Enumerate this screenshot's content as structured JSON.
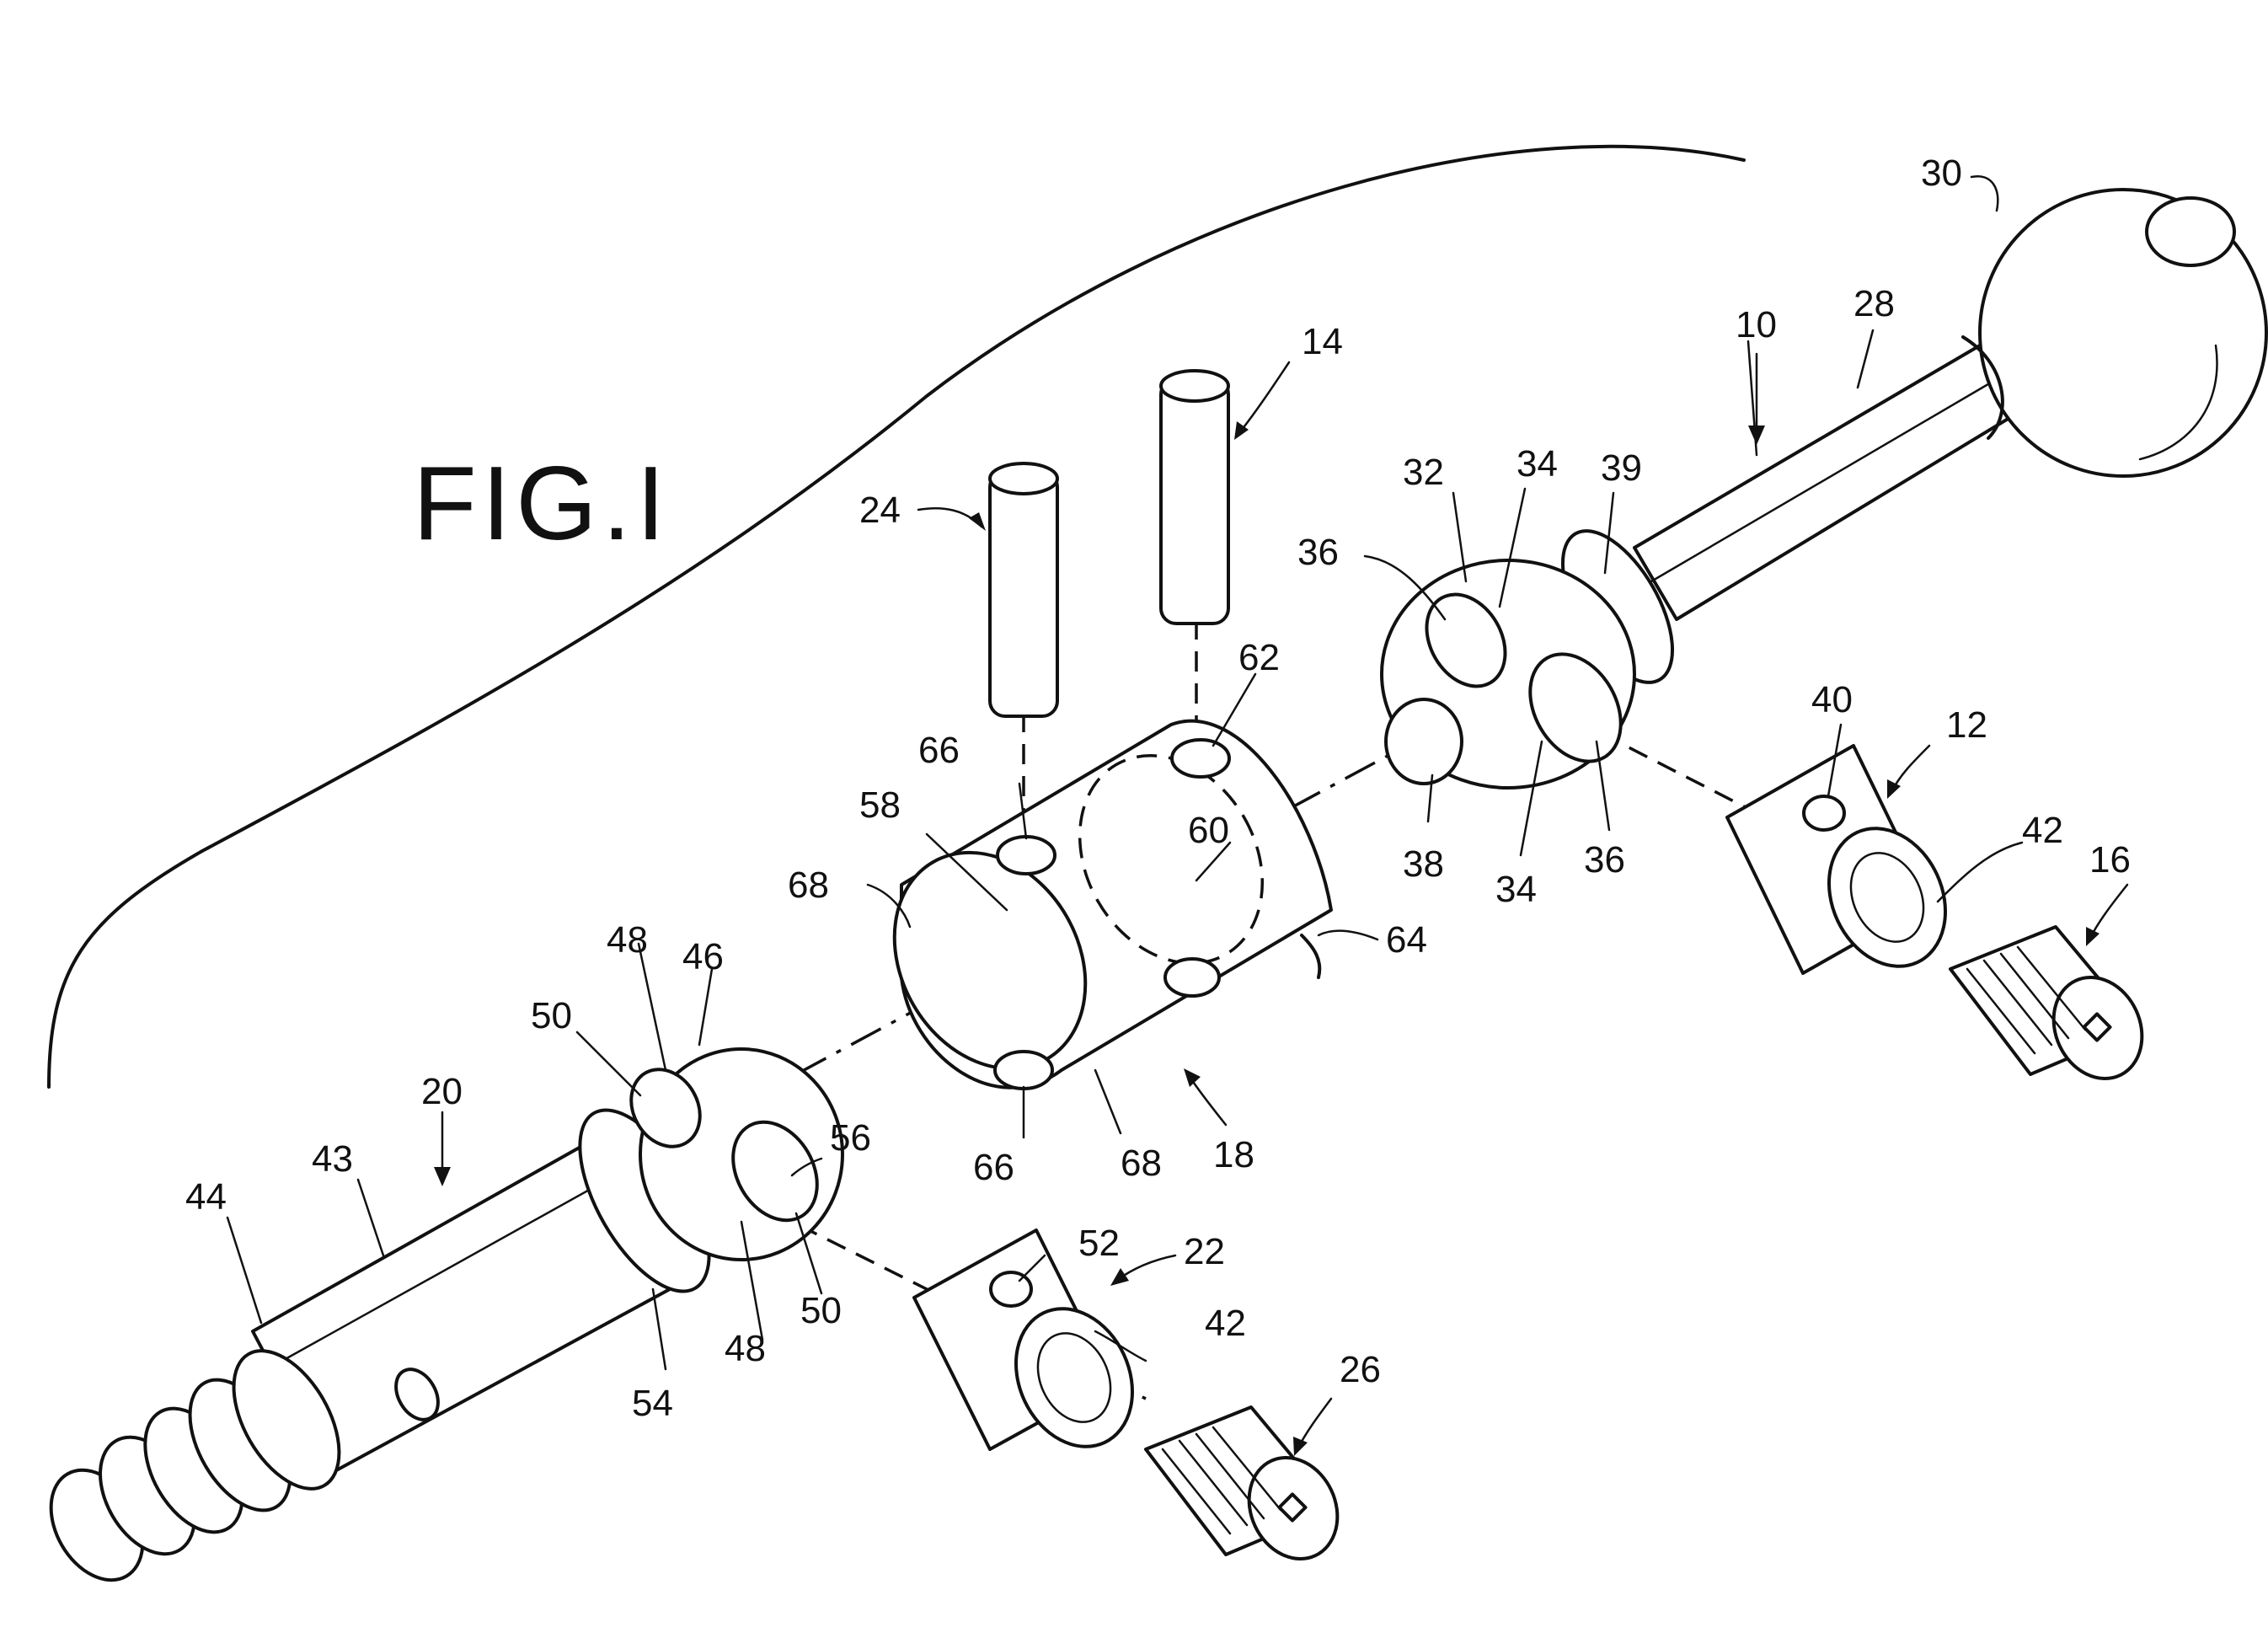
{
  "figure": {
    "title": "FIG.I"
  },
  "labels": {
    "l10": "10",
    "l12": "12",
    "l14": "14",
    "l16": "16",
    "l18": "18",
    "l20": "20",
    "l22": "22",
    "l24": "24",
    "l26": "26",
    "l28": "28",
    "l30": "30",
    "l32": "32",
    "l34a": "34",
    "l34b": "34",
    "l36a": "36",
    "l36b": "36",
    "l38": "38",
    "l39": "39",
    "l40": "40",
    "l42a": "42",
    "l42b": "42",
    "l43": "43",
    "l44": "44",
    "l46": "46",
    "l48a": "48",
    "l48b": "48",
    "l50a": "50",
    "l50b": "50",
    "l52": "52",
    "l54": "54",
    "l56": "56",
    "l58": "58",
    "l60": "60",
    "l62": "62",
    "l64": "64",
    "l66a": "66",
    "l66b": "66",
    "l68a": "68",
    "l68b": "68"
  }
}
